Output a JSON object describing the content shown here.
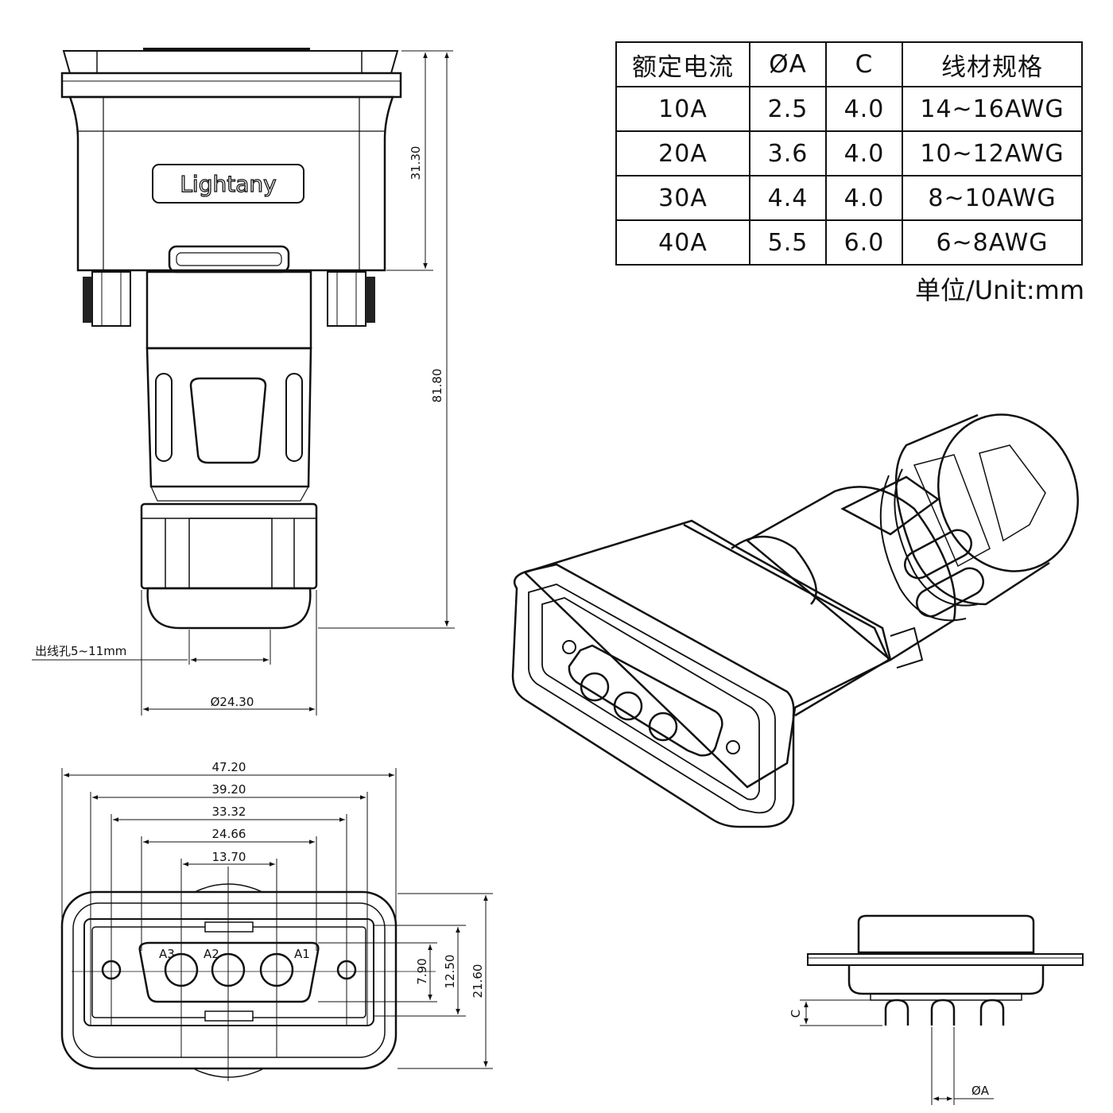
{
  "brand": "Lightany",
  "spec_table": {
    "headers": [
      "额定电流",
      "ØA",
      "C",
      "线材规格"
    ],
    "rows": [
      [
        "10A",
        "2.5",
        "4.0",
        "14~16AWG"
      ],
      [
        "20A",
        "3.6",
        "4.0",
        "10~12AWG"
      ],
      [
        "30A",
        "4.4",
        "4.0",
        "8~10AWG"
      ],
      [
        "40A",
        "5.5",
        "6.0",
        "6~8AWG"
      ]
    ]
  },
  "unit_note": "单位/Unit:mm",
  "side_view": {
    "height_top": "31.30",
    "height_total": "81.80",
    "cable_hole": "出线孔5~11mm",
    "diameter": "Ø24.30"
  },
  "front_view": {
    "widths": [
      "47.20",
      "39.20",
      "33.32",
      "24.66",
      "13.70"
    ],
    "heights": [
      "7.90",
      "12.50",
      "21.60"
    ],
    "pins": [
      "A3",
      "A2",
      "A1"
    ]
  },
  "detail_view": {
    "c_label": "C",
    "a_label": "ØA"
  }
}
